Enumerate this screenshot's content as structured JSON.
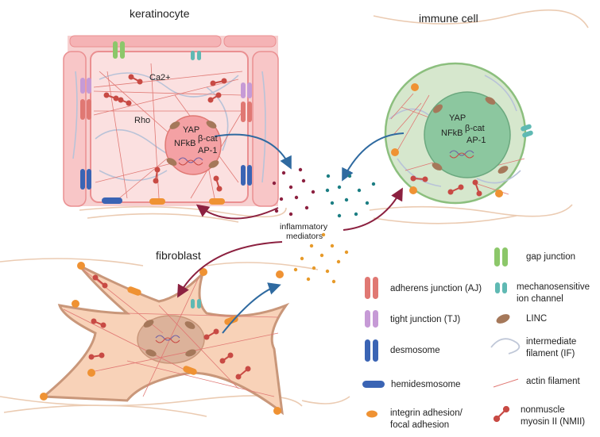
{
  "cells": {
    "keratinocyte": {
      "title": "keratinocyte",
      "ca_label": "Ca2+",
      "rho_label": "Rho"
    },
    "immune": {
      "title": "immune cell"
    },
    "fibroblast": {
      "title": "fibroblast"
    }
  },
  "nucleus_factors": [
    "YAP",
    "NFkB",
    "β-cat",
    "AP-1"
  ],
  "mediators": {
    "label_line1": "inflammatory",
    "label_line2": "mediators"
  },
  "legend": [
    {
      "key": "gap_junction",
      "label": "gap junction",
      "color": "#8cc76a"
    },
    {
      "key": "mechanosensitive",
      "label1": "mechanosensitive",
      "label2": "ion channel",
      "color": "#5fb9b3"
    },
    {
      "key": "adherens",
      "label": "adherens junction (AJ)",
      "color": "#e07873"
    },
    {
      "key": "linc",
      "label": "LINC",
      "color": "#a5785a"
    },
    {
      "key": "tight",
      "label": "tight junction (TJ)",
      "color": "#c69ad6"
    },
    {
      "key": "desmosome",
      "label": "desmosome",
      "color": "#3a64b4"
    },
    {
      "key": "intermediate",
      "label1": "intermediate",
      "label2": "filament (IF)",
      "color": "#c0c8d8"
    },
    {
      "key": "hemidesmosome",
      "label": "hemidesmosome",
      "color": "#3a64b4"
    },
    {
      "key": "actin",
      "label": "actin filament",
      "color": "#e07873"
    },
    {
      "key": "integrin",
      "label1": "integrin adhesion/",
      "label2": "focal adhesion",
      "color": "#ef9233"
    },
    {
      "key": "nmii",
      "label1": "nonmuscle",
      "label2": "myosin II (NMII)",
      "color": "#c84a44"
    }
  ],
  "colors": {
    "arrow_blue": "#2f6aa0",
    "arrow_red": "#8c2140",
    "dot_red": "#8c2140",
    "dot_teal": "#1c7e83",
    "dot_orange": "#e79a2a"
  }
}
